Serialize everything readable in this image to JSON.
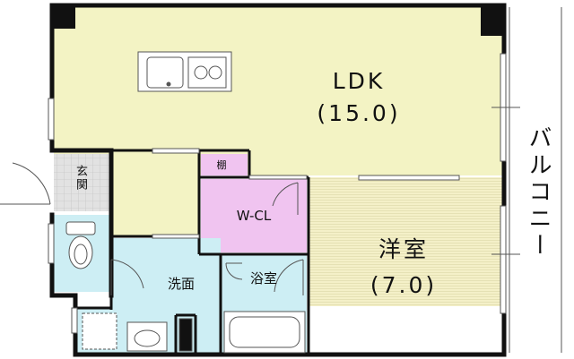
{
  "rooms": {
    "ldk": {
      "name": "LDK",
      "size": "(15.0)",
      "fill": "#f3f3c4"
    },
    "western": {
      "name": "洋室",
      "size": "(7.0)",
      "fill": "#f4f0c8"
    },
    "walkin_closet": {
      "name": "W-CL",
      "fill": "#f0c4f0"
    },
    "shelf": {
      "name": "棚",
      "fill": "#f0c4f0"
    },
    "bathroom": {
      "name": "浴室",
      "fill": "#cdeef4"
    },
    "washroom": {
      "name": "洗面",
      "fill": "#cdeef4"
    },
    "toilet": {
      "fill": "#cdeef4"
    },
    "entrance": {
      "name": "玄関",
      "fill": "#e2e2e2"
    },
    "balcony": {
      "name": "バルコニー",
      "fill": "#ffffff"
    }
  },
  "colors": {
    "wall": "#111111",
    "fixture_line": "#555555"
  }
}
